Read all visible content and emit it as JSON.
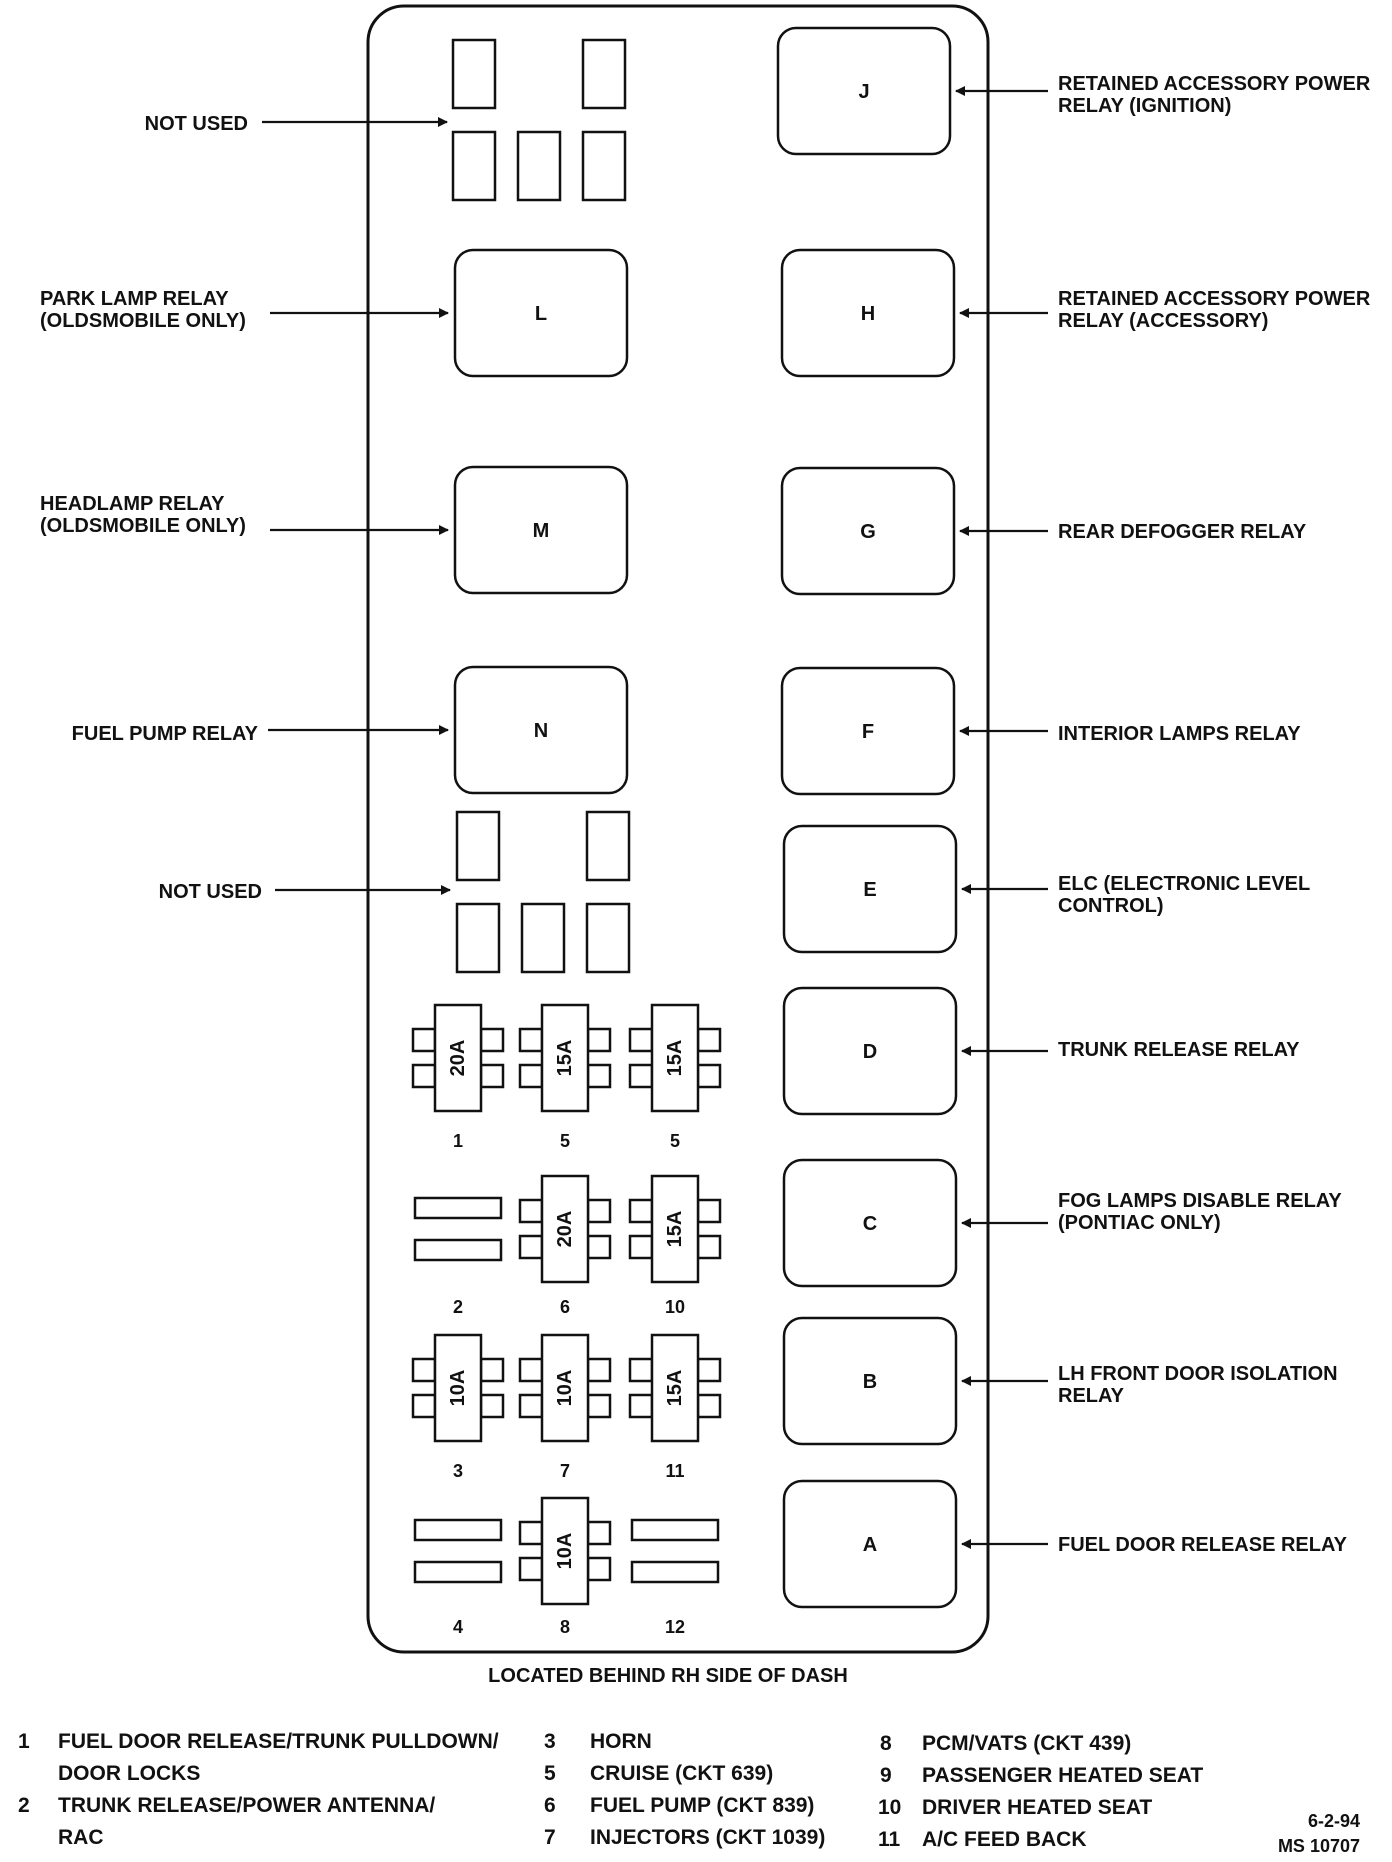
{
  "relays_left": [
    {
      "id": "L",
      "label": [
        "PARK LAMP RELAY",
        "(OLDSMOBILE ONLY)"
      ]
    },
    {
      "id": "M",
      "label": [
        "HEADLAMP RELAY",
        "(OLDSMOBILE ONLY)"
      ]
    },
    {
      "id": "N",
      "label": [
        "FUEL PUMP RELAY"
      ]
    }
  ],
  "relays_right": [
    {
      "id": "J",
      "label": [
        "RETAINED ACCESSORY POWER",
        "RELAY (IGNITION)"
      ]
    },
    {
      "id": "H",
      "label": [
        "RETAINED ACCESSORY POWER",
        "RELAY (ACCESSORY)"
      ]
    },
    {
      "id": "G",
      "label": [
        "REAR DEFOGGER RELAY"
      ]
    },
    {
      "id": "F",
      "label": [
        "INTERIOR LAMPS RELAY"
      ]
    },
    {
      "id": "E",
      "label": [
        "ELC (ELECTRONIC LEVEL",
        "CONTROL)"
      ]
    },
    {
      "id": "D",
      "label": [
        "TRUNK RELEASE RELAY"
      ]
    },
    {
      "id": "C",
      "label": [
        "FOG LAMPS DISABLE RELAY",
        "(PONTIAC ONLY)"
      ]
    },
    {
      "id": "B",
      "label": [
        "LH FRONT DOOR ISOLATION",
        "RELAY"
      ]
    },
    {
      "id": "A",
      "label": [
        "FUEL DOOR RELEASE RELAY"
      ]
    }
  ],
  "not_used_label": "NOT USED",
  "fuses": [
    {
      "number": "1",
      "rating": "20A"
    },
    {
      "number": "5",
      "rating": "15A"
    },
    {
      "number": "5",
      "rating": "15A"
    },
    {
      "number": "2",
      "rating": ""
    },
    {
      "number": "6",
      "rating": "20A"
    },
    {
      "number": "10",
      "rating": "15A"
    },
    {
      "number": "3",
      "rating": "10A"
    },
    {
      "number": "7",
      "rating": "10A"
    },
    {
      "number": "11",
      "rating": "15A"
    },
    {
      "number": "4",
      "rating": ""
    },
    {
      "number": "8",
      "rating": "10A"
    },
    {
      "number": "12",
      "rating": ""
    }
  ],
  "location_note": "LOCATED BEHIND RH SIDE OF DASH",
  "legend": [
    {
      "num": "1",
      "lines": [
        "FUEL DOOR RELEASE/TRUNK PULLDOWN/",
        "DOOR LOCKS"
      ]
    },
    {
      "num": "2",
      "lines": [
        "TRUNK RELEASE/POWER ANTENNA/",
        "RAC"
      ]
    },
    {
      "num": "3",
      "lines": [
        "HORN"
      ]
    },
    {
      "num": "5",
      "lines": [
        "CRUISE (CKT 639)"
      ]
    },
    {
      "num": "6",
      "lines": [
        "FUEL PUMP (CKT 839)"
      ]
    },
    {
      "num": "7",
      "lines": [
        "INJECTORS (CKT 1039)"
      ]
    },
    {
      "num": "8",
      "lines": [
        "PCM/VATS (CKT 439)"
      ]
    },
    {
      "num": "9",
      "lines": [
        "PASSENGER HEATED SEAT"
      ]
    },
    {
      "num": "10",
      "lines": [
        "DRIVER HEATED SEAT"
      ]
    },
    {
      "num": "11",
      "lines": [
        "A/C FEED BACK"
      ]
    }
  ],
  "footer": {
    "date": "6-2-94",
    "code": "MS 10707"
  }
}
